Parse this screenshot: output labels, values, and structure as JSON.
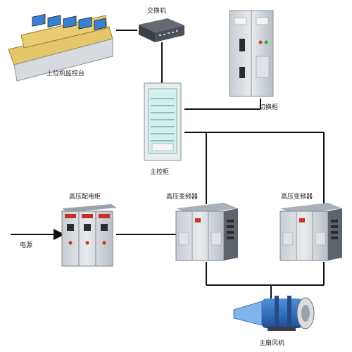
{
  "labels": {
    "console": "上位机监控台",
    "switch": "交换机",
    "transfer_cabinet": "切换柜",
    "main_cabinet": "主控柜",
    "hv_distribution": "高压配电柜",
    "vfd_1": "高压变频器",
    "vfd_2": "高压变频器",
    "power_source": "电源",
    "main_fan": "主扇风机"
  }
}
